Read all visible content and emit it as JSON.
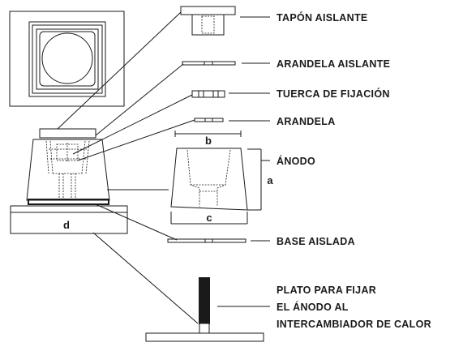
{
  "labels": {
    "tapon": "TAPÓN AISLANTE",
    "arandela_aislante": "ARANDELA AISLANTE",
    "tuerca": "TUERCA DE FIJACIÓN",
    "arandela": "ARANDELA",
    "anodo": "ÁNODO",
    "base_aislada": "BASE AISLADA",
    "plato_line1": "PLATO PARA FIJAR",
    "plato_line2": "EL ÁNODO AL",
    "plato_line3": "INTERCAMBIADOR DE CALOR"
  },
  "dimensions": {
    "a": "a",
    "b": "b",
    "c": "c",
    "d": "d"
  }
}
